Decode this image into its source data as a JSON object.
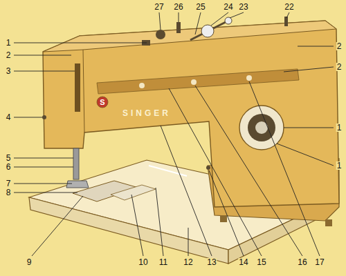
{
  "diagram": {
    "labels": [
      "1",
      "2",
      "3",
      "4",
      "5",
      "6",
      "7",
      "8",
      "9",
      "10",
      "11",
      "12",
      "13",
      "14",
      "15",
      "16",
      "17",
      "22",
      "23",
      "24",
      "25",
      "26",
      "27",
      "2",
      "2",
      "1",
      "1",
      "SINGER",
      "S"
    ]
  }
}
